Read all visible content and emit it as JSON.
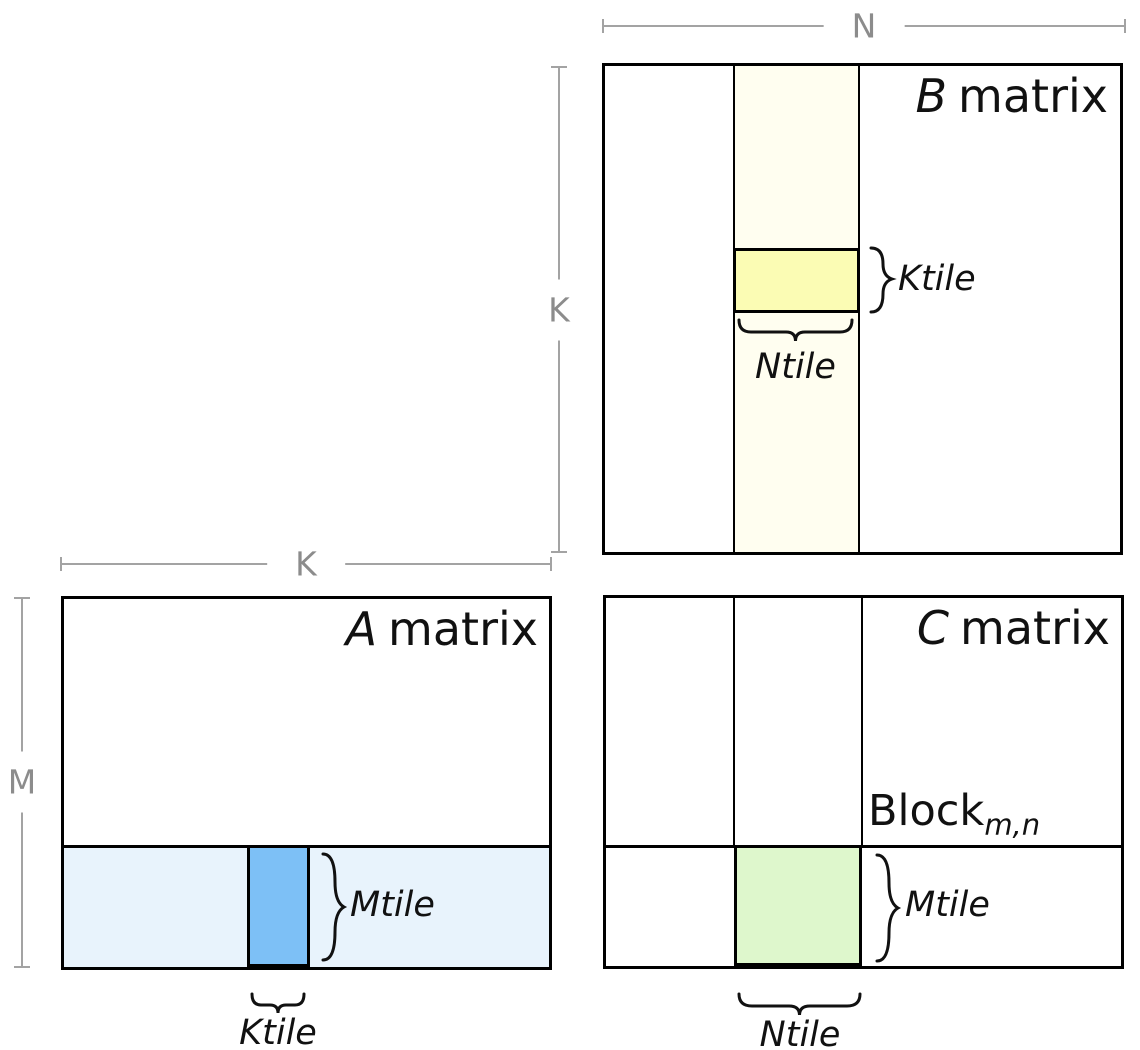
{
  "colors": {
    "border": "#000000",
    "dim_line": "#a3a3a3",
    "dim_text": "#8c8c8c",
    "b_strip_fill": "#fffef0",
    "b_tile_fill": "#fbfcb4",
    "a_strip_fill": "#e8f3fc",
    "a_tile_fill": "#7dc0f6",
    "c_tile_fill": "#def7cc"
  },
  "dimensions": {
    "n": "N",
    "k_vertical": "K",
    "k_horizontal": "K",
    "m": "M"
  },
  "b_matrix": {
    "title_letter": "B",
    "title_word": "matrix",
    "ktile": "Ktile",
    "ntile": "Ntile"
  },
  "a_matrix": {
    "title_letter": "A",
    "title_word": "matrix",
    "mtile": "Mtile",
    "ktile": "Ktile"
  },
  "c_matrix": {
    "title_letter": "C",
    "title_word": "matrix",
    "block": "Block",
    "block_subscript": "m,n",
    "mtile": "Mtile",
    "ntile": "Ntile"
  }
}
